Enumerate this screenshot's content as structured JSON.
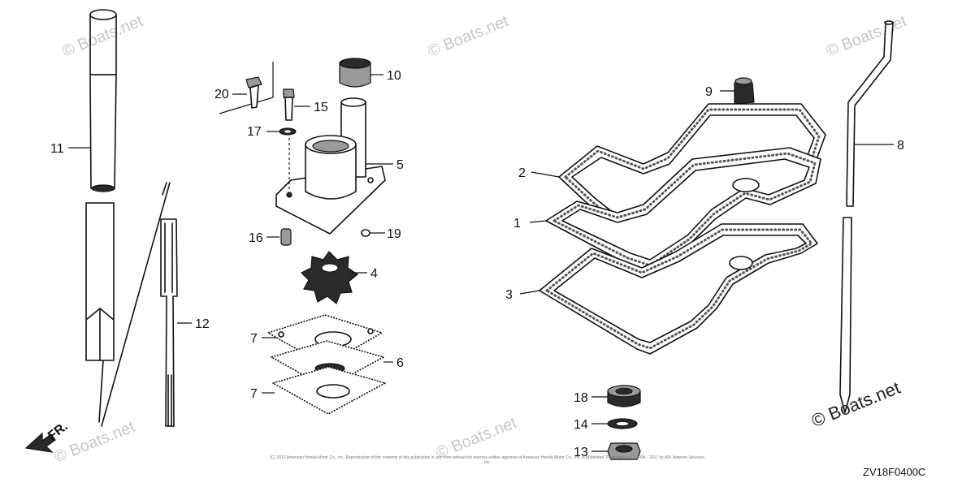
{
  "diagram": {
    "code": "ZV18F0400C",
    "copyright": "(C) 2013 American Honda Motor Co., Inc. Reproduction of the contents of this publication in any form without the express written approval of American Honda Motor Co., Inc. is prohibited. Page design (C) 2004 - 2017 by ARI Network Services, Inc.",
    "brand_mark": "© Boats.net",
    "watermark": "© Boats.net",
    "front_indicator": "FR.",
    "callouts": {
      "c1": "1",
      "c2": "2",
      "c3": "3",
      "c4": "4",
      "c5": "5",
      "c6": "6",
      "c7a": "7",
      "c7b": "7",
      "c8": "8",
      "c9": "9",
      "c10": "10",
      "c11": "11",
      "c12": "12",
      "c13": "13",
      "c14": "14",
      "c15": "15",
      "c16": "16",
      "c17": "17",
      "c18": "18",
      "c19": "19",
      "c20": "20"
    }
  }
}
